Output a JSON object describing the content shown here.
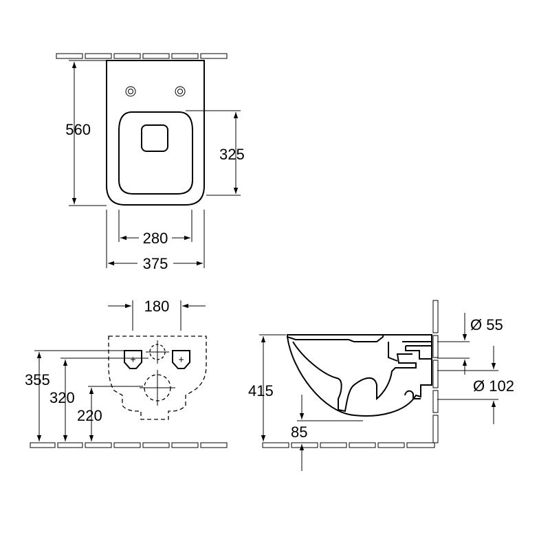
{
  "top_view": {
    "length": "560",
    "seat_length": "325",
    "seat_width": "280",
    "width": "375"
  },
  "rear_view": {
    "bolt_spacing": "180",
    "bolt_height": "355",
    "inlet_height": "320",
    "outlet_height": "220"
  },
  "side_view": {
    "rim_height": "415",
    "outlet_offset": "85",
    "inlet_diameter": "Ø 55",
    "outlet_diameter": "Ø 102"
  }
}
